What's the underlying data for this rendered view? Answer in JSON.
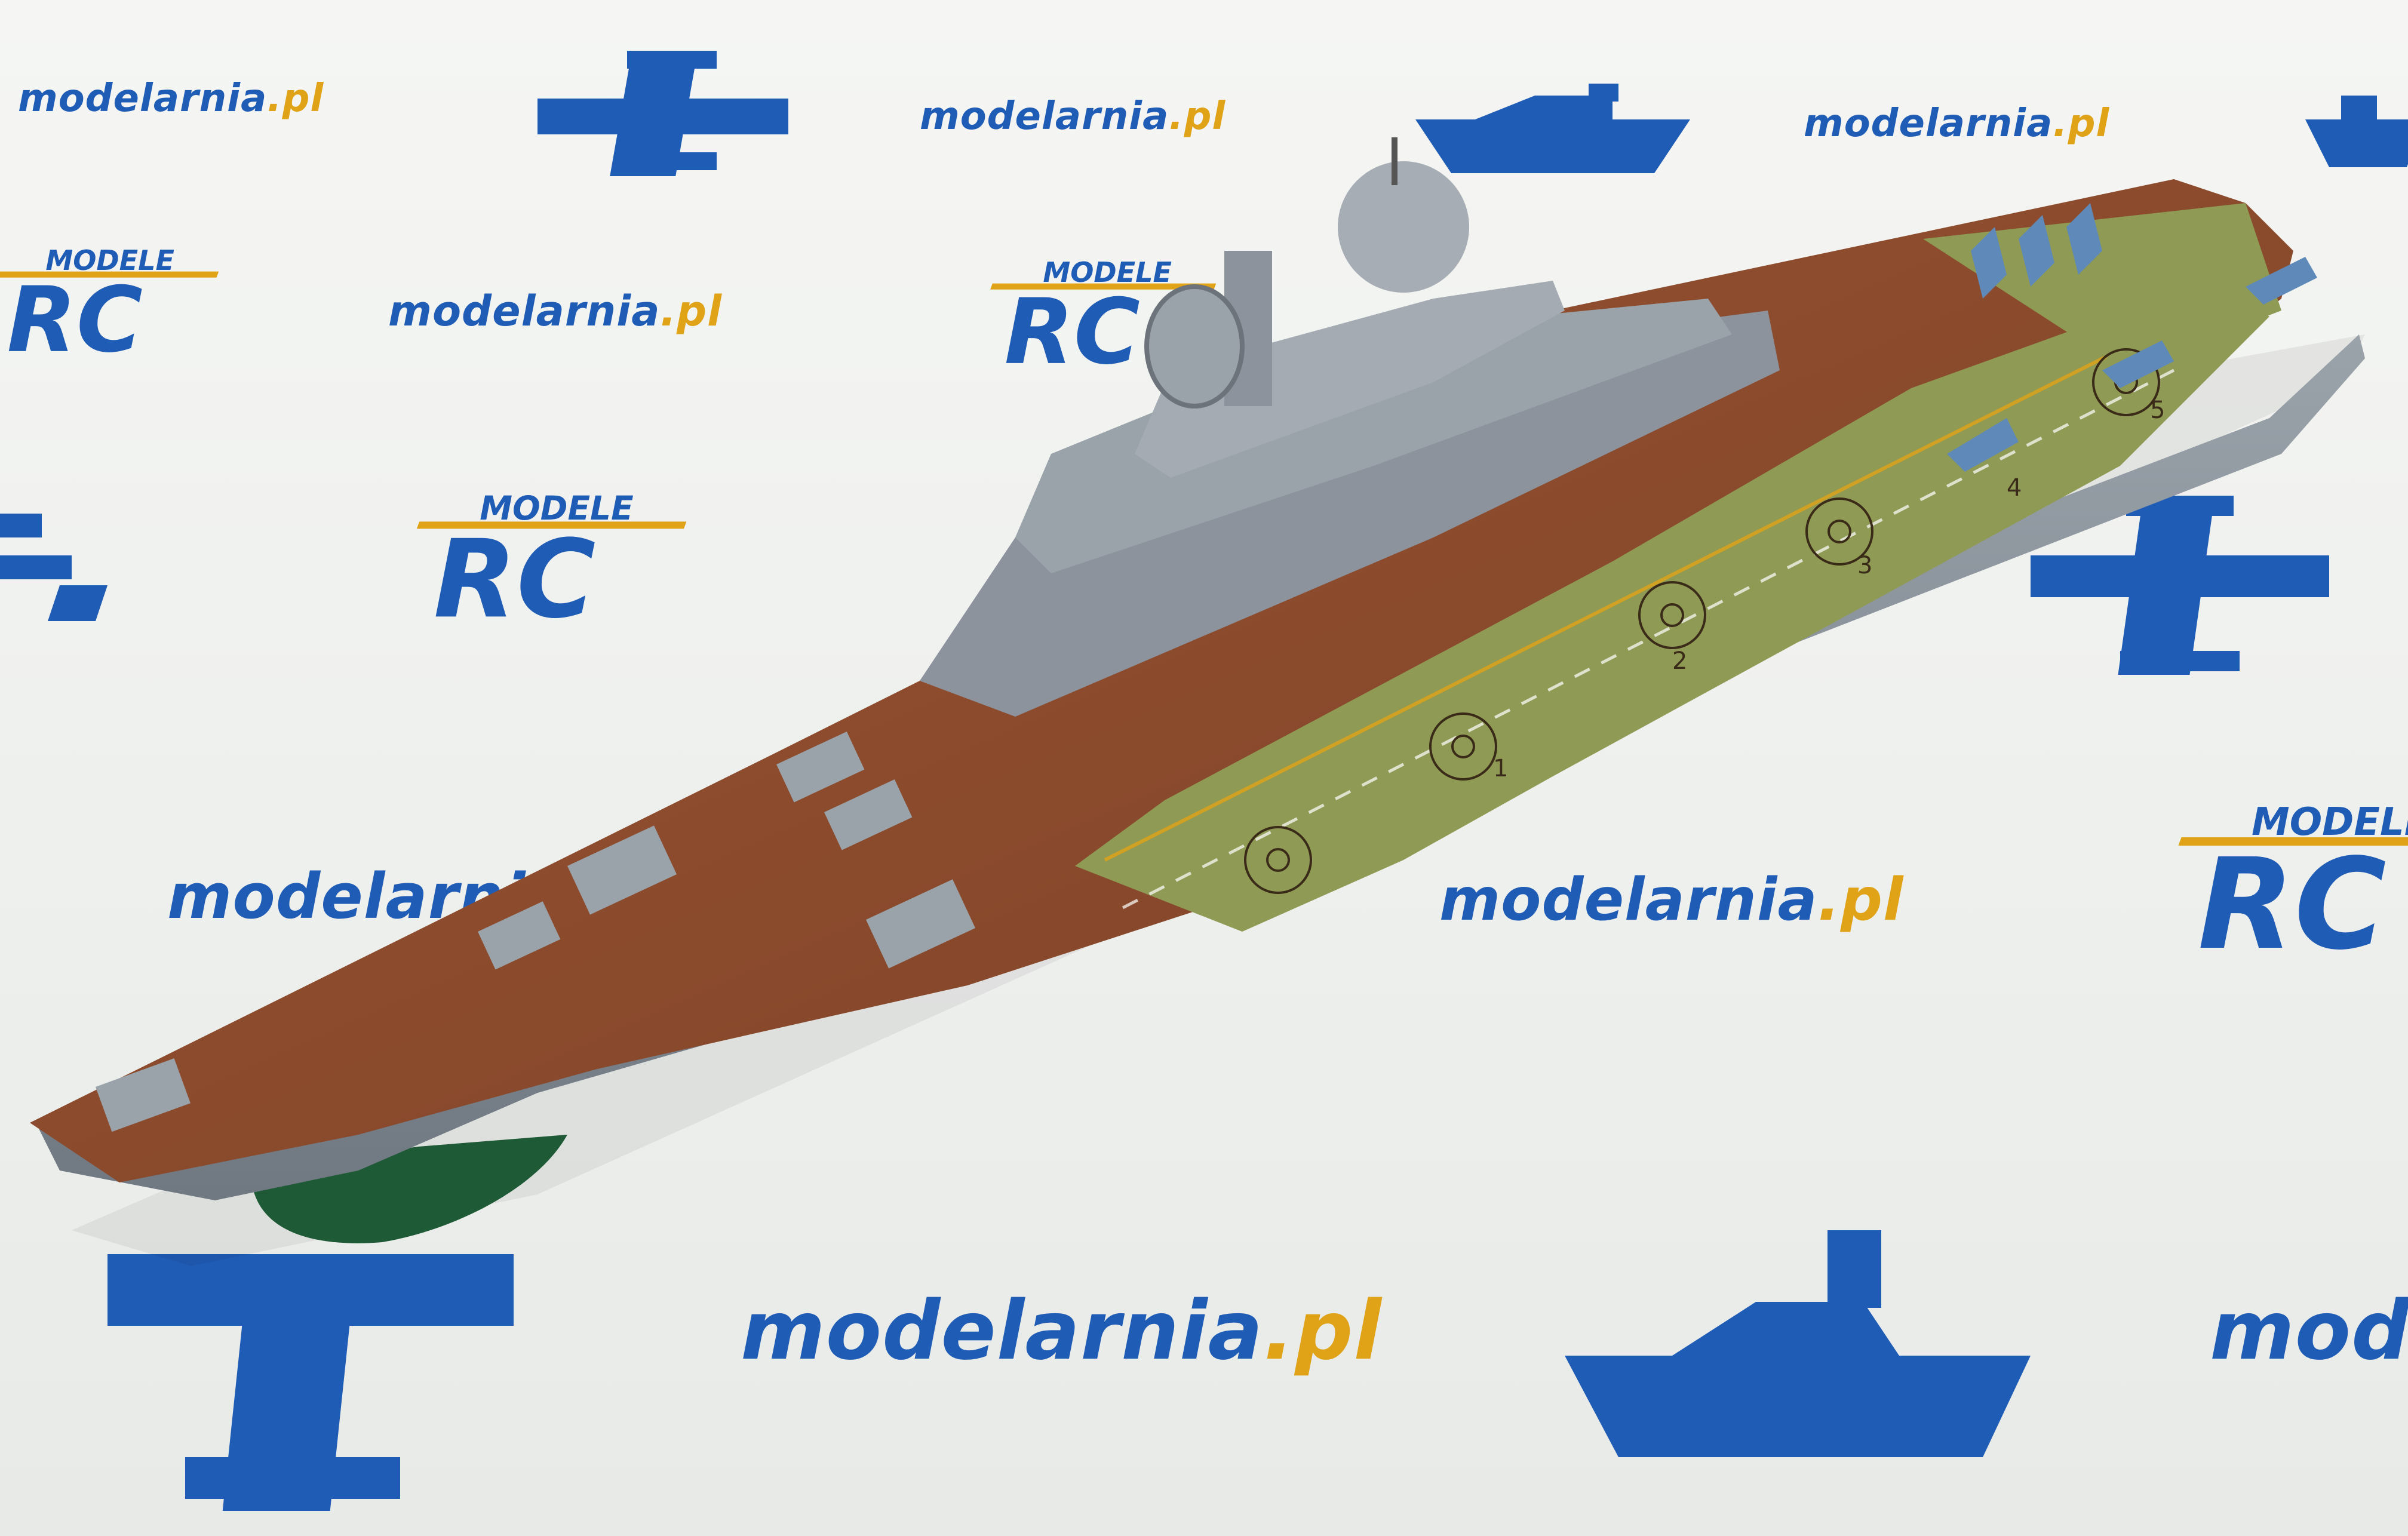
{
  "brand": {
    "name": "modelarnia",
    "tld": ".pl",
    "modele_label": "MODELE",
    "rc_label": "RC"
  },
  "colors": {
    "brand_blue": "#1f5cb5",
    "brand_yellow": "#e0a216",
    "deck_wood": "#8b4a2e",
    "flight_deck_green": "#8f9a55",
    "superstructure_gray": "#8c939c",
    "hull_green": "#1f5a36"
  },
  "deck_markings": [
    "1",
    "2",
    "3",
    "4",
    "5"
  ]
}
